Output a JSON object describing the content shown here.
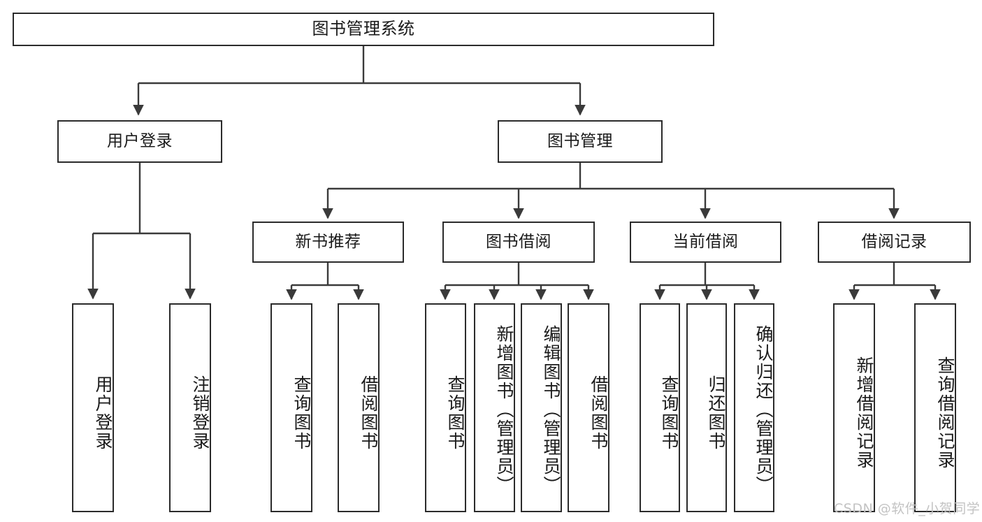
{
  "diagram": {
    "title": "图书管理系统",
    "type": "功能结构图",
    "root": {
      "id": "root",
      "label": "图书管理系统"
    },
    "level1": [
      {
        "id": "user-login",
        "label": "用户登录"
      },
      {
        "id": "book-manage",
        "label": "图书管理"
      }
    ],
    "level2": [
      {
        "id": "new-book-recommend",
        "label": "新书推荐",
        "parent": "book-manage"
      },
      {
        "id": "book-borrow",
        "label": "图书借阅",
        "parent": "book-manage"
      },
      {
        "id": "current-borrow",
        "label": "当前借阅",
        "parent": "book-manage"
      },
      {
        "id": "borrow-record",
        "label": "借阅记录",
        "parent": "book-manage"
      }
    ],
    "leaves": [
      {
        "id": "leaf-user-login",
        "label": "用户登录",
        "parent": "user-login"
      },
      {
        "id": "leaf-logout",
        "label": "注销登录",
        "parent": "user-login"
      },
      {
        "id": "leaf-query-book-1",
        "label": "查询图书",
        "parent": "new-book-recommend"
      },
      {
        "id": "leaf-borrow-book-1",
        "label": "借阅图书",
        "parent": "new-book-recommend"
      },
      {
        "id": "leaf-query-book-2",
        "label": "查询图书",
        "parent": "book-borrow"
      },
      {
        "id": "leaf-add-book",
        "label": "新增图书（管理员）",
        "parent": "book-borrow"
      },
      {
        "id": "leaf-edit-book",
        "label": "编辑图书（管理员）",
        "parent": "book-borrow"
      },
      {
        "id": "leaf-borrow-book-2",
        "label": "借阅图书",
        "parent": "book-borrow"
      },
      {
        "id": "leaf-query-book-3",
        "label": "查询图书",
        "parent": "current-borrow"
      },
      {
        "id": "leaf-return-book",
        "label": "归还图书",
        "parent": "current-borrow"
      },
      {
        "id": "leaf-confirm-return",
        "label": "确认归还（管理员）",
        "parent": "current-borrow"
      },
      {
        "id": "leaf-add-record",
        "label": "新增借阅记录",
        "parent": "borrow-record"
      },
      {
        "id": "leaf-query-record",
        "label": "查询借阅记录",
        "parent": "borrow-record"
      }
    ],
    "watermark": "CSDN @软件_小贺同学",
    "colors": {
      "background": "#ffffff",
      "node_border": "#2b2b2b",
      "node_fill": "#ffffff",
      "text": "#1a1a1a",
      "edge": "#3a3a3a",
      "watermark": "#c3c3c3"
    }
  }
}
